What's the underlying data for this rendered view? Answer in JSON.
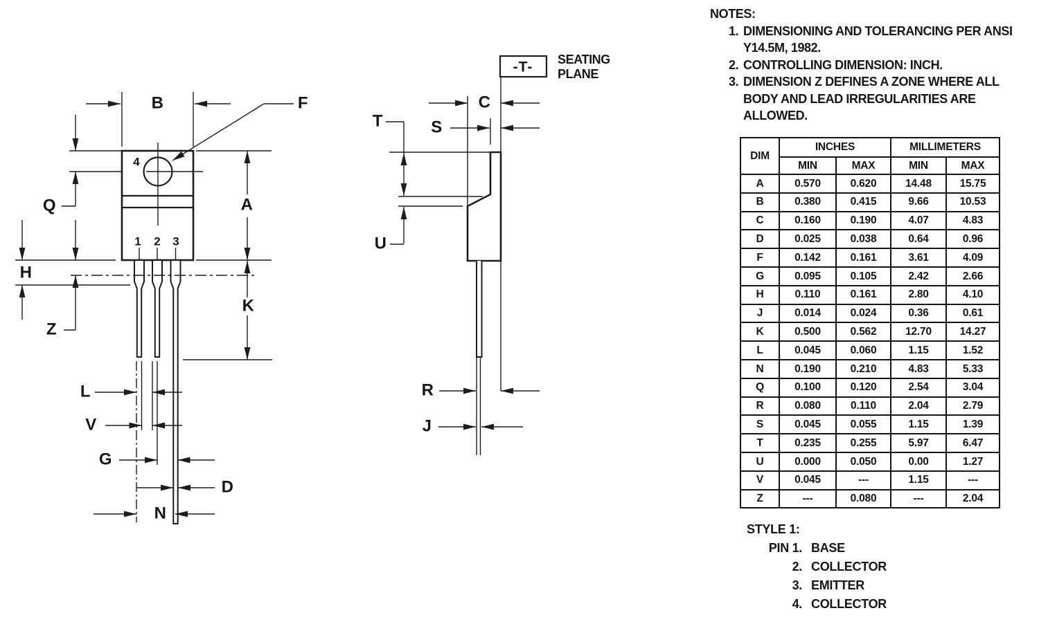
{
  "notes": {
    "title": "NOTES:",
    "items": [
      {
        "num": "1.",
        "lines": [
          "DIMENSIONING AND TOLERANCING PER ANSI",
          "Y14.5M, 1982."
        ]
      },
      {
        "num": "2.",
        "lines": [
          "CONTROLLING DIMENSION: INCH."
        ]
      },
      {
        "num": "3.",
        "lines": [
          "DIMENSION Z DEFINES A ZONE WHERE ALL",
          "BODY AND LEAD IRREGULARITIES ARE",
          "ALLOWED."
        ]
      }
    ]
  },
  "table": {
    "headers": {
      "dim": "DIM",
      "inches": "INCHES",
      "millimeters": "MILLIMETERS",
      "min": "MIN",
      "max": "MAX"
    },
    "rows": [
      [
        "A",
        "0.570",
        "0.620",
        "14.48",
        "15.75"
      ],
      [
        "B",
        "0.380",
        "0.415",
        "9.66",
        "10.53"
      ],
      [
        "C",
        "0.160",
        "0.190",
        "4.07",
        "4.83"
      ],
      [
        "D",
        "0.025",
        "0.038",
        "0.64",
        "0.96"
      ],
      [
        "F",
        "0.142",
        "0.161",
        "3.61",
        "4.09"
      ],
      [
        "G",
        "0.095",
        "0.105",
        "2.42",
        "2.66"
      ],
      [
        "H",
        "0.110",
        "0.161",
        "2.80",
        "4.10"
      ],
      [
        "J",
        "0.014",
        "0.024",
        "0.36",
        "0.61"
      ],
      [
        "K",
        "0.500",
        "0.562",
        "12.70",
        "14.27"
      ],
      [
        "L",
        "0.045",
        "0.060",
        "1.15",
        "1.52"
      ],
      [
        "N",
        "0.190",
        "0.210",
        "4.83",
        "5.33"
      ],
      [
        "Q",
        "0.100",
        "0.120",
        "2.54",
        "3.04"
      ],
      [
        "R",
        "0.080",
        "0.110",
        "2.04",
        "2.79"
      ],
      [
        "S",
        "0.045",
        "0.055",
        "1.15",
        "1.39"
      ],
      [
        "T",
        "0.235",
        "0.255",
        "5.97",
        "6.47"
      ],
      [
        "U",
        "0.000",
        "0.050",
        "0.00",
        "1.27"
      ],
      [
        "V",
        "0.045",
        "---",
        "1.15",
        "---"
      ],
      [
        "Z",
        "---",
        "0.080",
        "---",
        "2.04"
      ]
    ]
  },
  "style1": {
    "title": "STYLE 1:",
    "pins": [
      {
        "num": "PIN 1.",
        "label": "BASE"
      },
      {
        "num": "2.",
        "label": "COLLECTOR"
      },
      {
        "num": "3.",
        "label": "EMITTER"
      },
      {
        "num": "4.",
        "label": "COLLECTOR"
      }
    ]
  },
  "diagram": {
    "labels": {
      "b": "B",
      "f": "F",
      "q": "Q",
      "a": "A",
      "h": "H",
      "z": "Z",
      "k": "K",
      "l": "L",
      "v": "V",
      "g": "G",
      "d": "D",
      "n": "N",
      "t": "T",
      "s": "S",
      "c": "C",
      "u": "U",
      "r": "R",
      "j": "J",
      "datum": "-T-",
      "seating": "SEATING",
      "plane": "PLANE",
      "pin1": "1",
      "pin2": "2",
      "pin3": "3",
      "pin4": "4"
    },
    "ink_color": "#1c1c1c"
  }
}
